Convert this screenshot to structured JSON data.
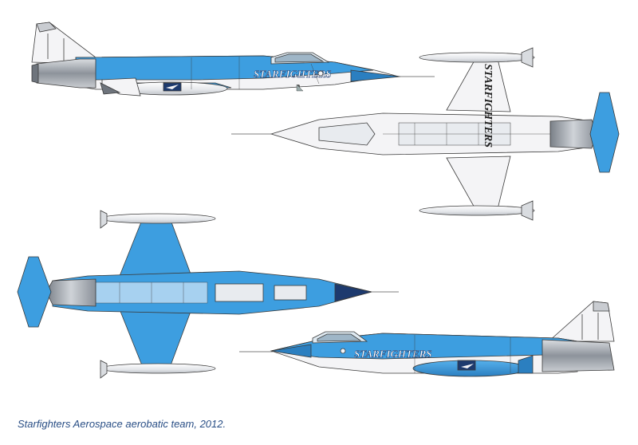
{
  "caption": "Starfighters Aerospace aerobatic team, 2012.",
  "livery": {
    "markings": "STARFIGHTERS",
    "colors": {
      "blue": "#3d9ee0",
      "blue_dark": "#2b7fc0",
      "white": "#f4f4f6",
      "metal": "#a7acb3",
      "metal_dark": "#6e747c",
      "navy": "#1d3a6e",
      "outline": "#3a3a3a"
    }
  },
  "views": {
    "left_side": "aircraft-left-profile",
    "top": "aircraft-top-view",
    "bottom": "aircraft-bottom-view",
    "right_side": "aircraft-right-profile"
  }
}
